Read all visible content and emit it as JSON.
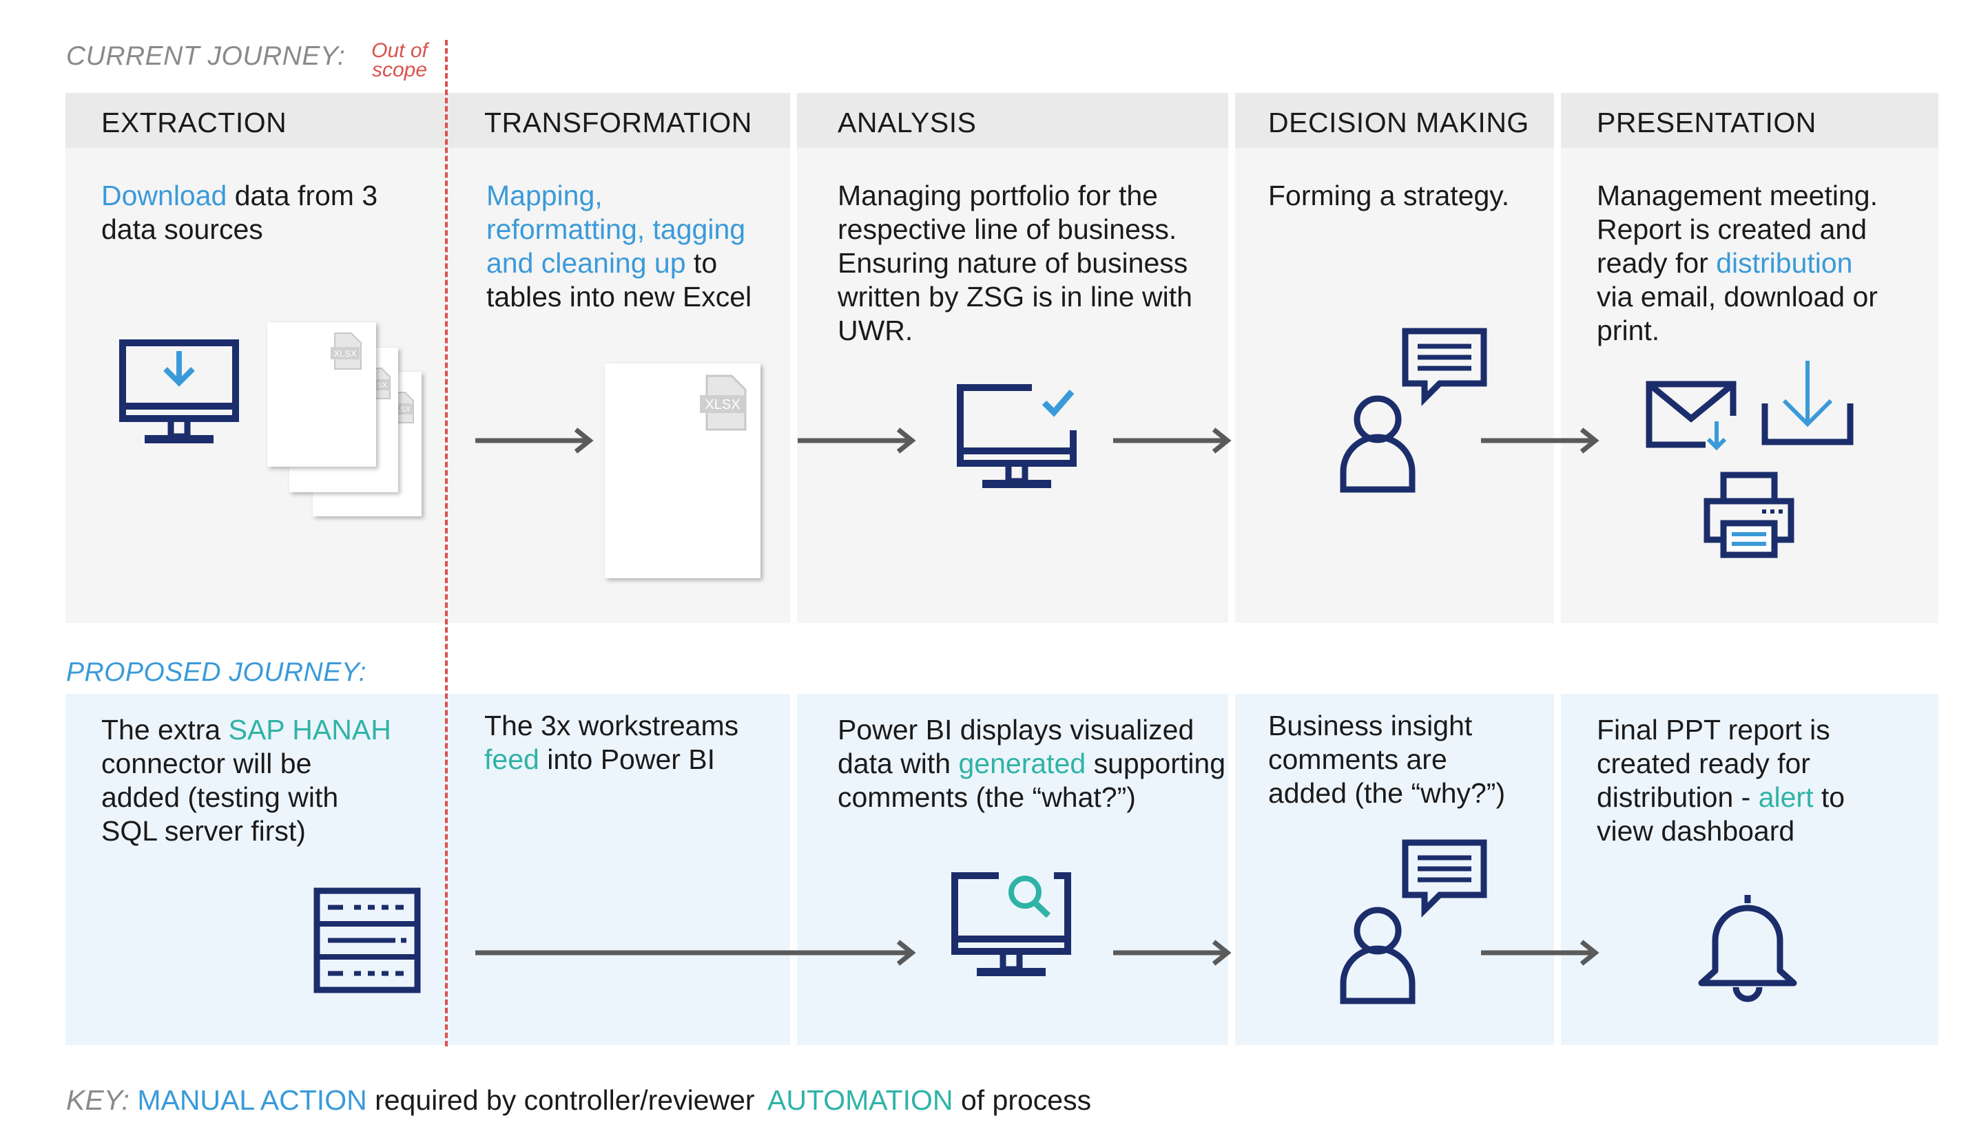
{
  "labels": {
    "current_journey": "CURRENT JOURNEY:",
    "proposed_journey": "PROPOSED JOURNEY:",
    "out_of_scope_line1": "Out of",
    "out_of_scope_line2": "scope"
  },
  "columns": [
    {
      "header": "EXTRACTION"
    },
    {
      "header": "TRANSFORMATION"
    },
    {
      "header": "ANALYSIS"
    },
    {
      "header": "DECISION MAKING"
    },
    {
      "header": "PRESENTATION"
    }
  ],
  "current": {
    "extraction": {
      "t1": "Download",
      "t2": " data from 3",
      "t3": "data sources"
    },
    "transformation": {
      "l1": "Mapping,",
      "l2": "reformatting, tagging",
      "l3": "and cleaning up",
      "l3b": " to",
      "l4": "tables into new Excel"
    },
    "analysis": {
      "l1": "Managing portfolio for the",
      "l2": "respective line of business.",
      "l3": "Ensuring nature of business",
      "l4": "written by ZSG is in line with",
      "l5": "UWR."
    },
    "decision": {
      "l1": "Forming a strategy."
    },
    "presentation": {
      "l1": "Management meeting.",
      "l2": "Report is created and",
      "l3a": "ready for ",
      "l3b": "distribution",
      "l4": "via email, download or",
      "l5": "print."
    }
  },
  "proposed": {
    "extraction": {
      "l1a": "The extra ",
      "l1b": "SAP HANAH",
      "l2": "connector will be",
      "l3": "added (testing with",
      "l4": "SQL server first)"
    },
    "transformation": {
      "l1": "The 3x workstreams",
      "l2a": "feed",
      "l2b": " into Power BI"
    },
    "analysis": {
      "l1": "Power BI displays visualized",
      "l2a": "data with ",
      "l2b": "generated",
      "l2c": " supporting",
      "l3": "comments (the “what?”)"
    },
    "decision": {
      "l1": "Business insight",
      "l2": "comments are",
      "l3": "added (the “why?”)"
    },
    "presentation": {
      "l1": "Final PPT report is",
      "l2": "created ready for",
      "l3a": "distribution - ",
      "l3b": "alert",
      "l3c": " to",
      "l4": "view dashboard"
    }
  },
  "icons": {
    "xlsx_label": "XLSX"
  },
  "key": {
    "key_label": "KEY:",
    "manual_label": "MANUAL ACTION",
    "manual_rest": " required by controller/reviewer",
    "auto_label": "AUTOMATION",
    "auto_rest": " of process"
  },
  "colors": {
    "manual": "#3a9ad9",
    "automation": "#2fb3a6",
    "icon_navy": "#1b2d6b",
    "out_of_scope": "#d9534f",
    "arrow": "#5a5a5a"
  }
}
